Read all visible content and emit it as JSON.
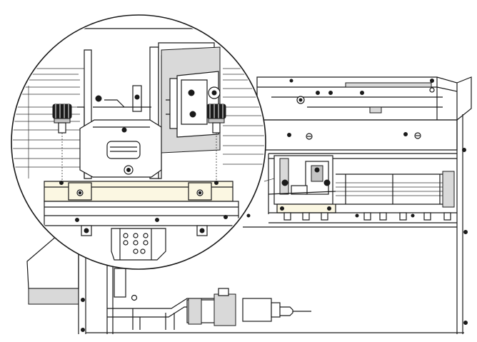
{
  "figure": {
    "palette": {
      "line": "#1a1a1a",
      "panel_fill": "#ffffff",
      "shade": "#d9d9d9",
      "rail_highlight": "#fbf7e2",
      "background": "#ffffff"
    },
    "parts": {
      "magnifier": "magnified-detail-circle",
      "left_knob": "thumb-screw-left",
      "right_knob": "thumb-screw-right",
      "rail": "mounting-rail",
      "carriage": "print-carriage-assembly",
      "cable": "lower-cable-assembly"
    }
  }
}
